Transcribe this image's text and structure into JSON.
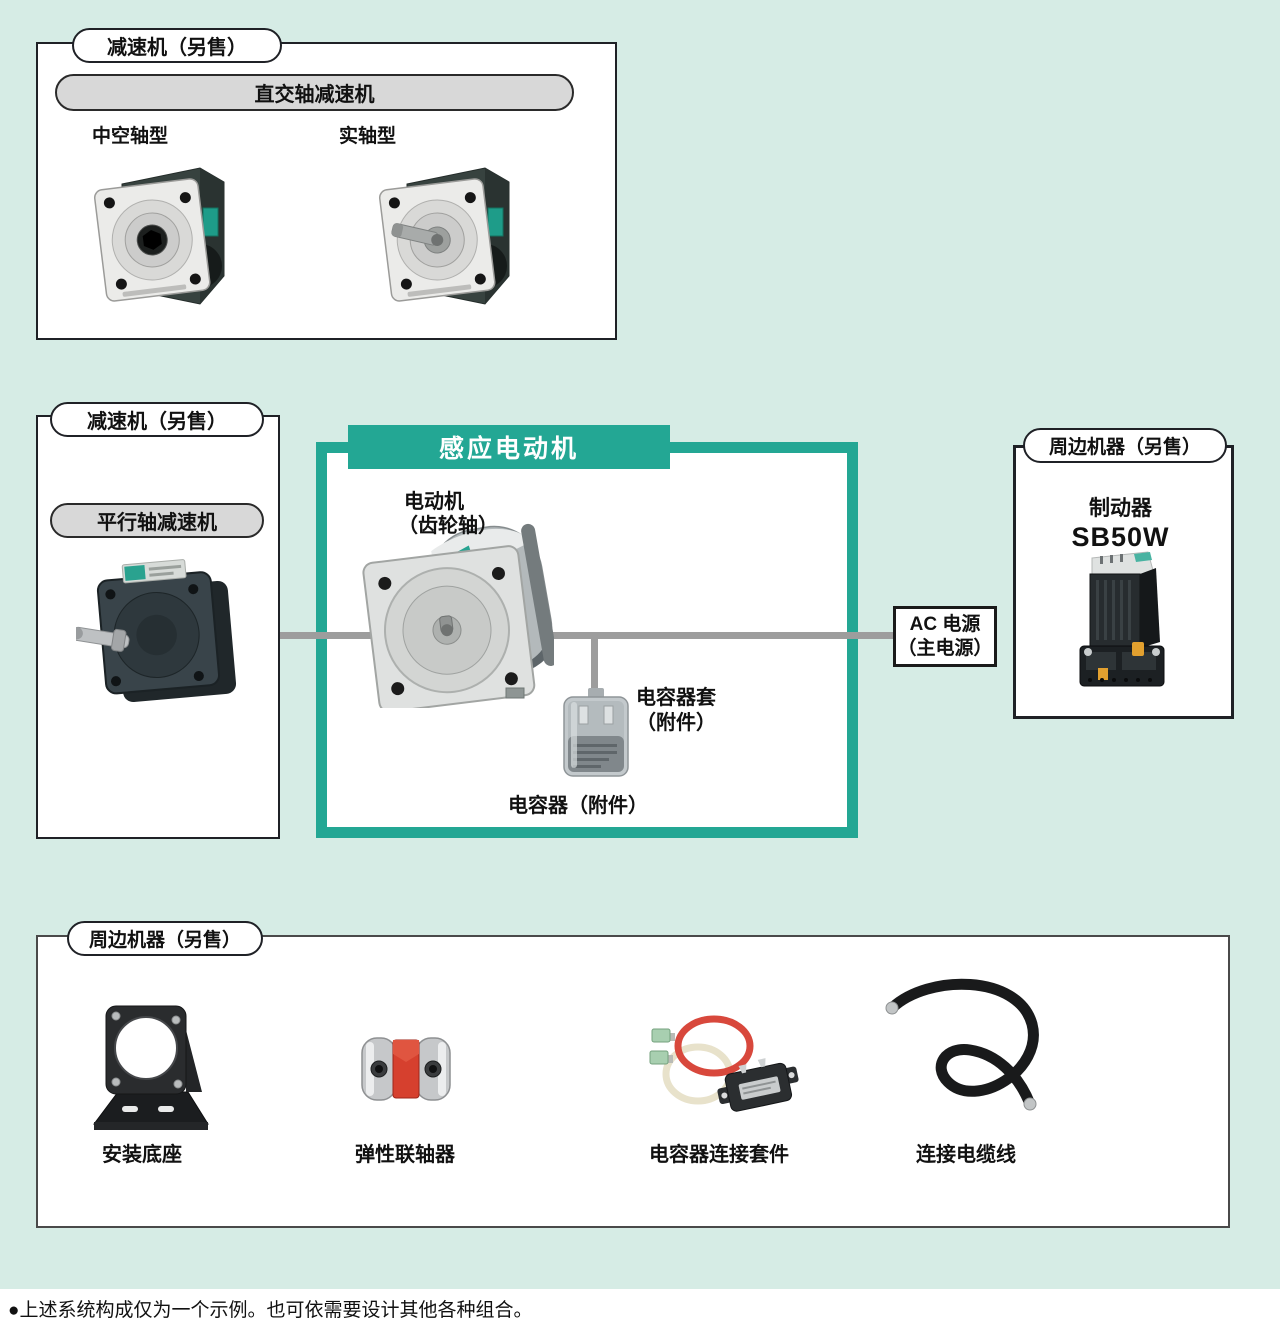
{
  "colors": {
    "background": "#d6ece5",
    "panel_white": "#ffffff",
    "accent_teal": "#23a794",
    "connector_gray": "#9d9d9d",
    "bar_gray": "#d8d8d8",
    "border_dark": "#1f2126"
  },
  "top_gearhead_box": {
    "title": "减速机（另售）",
    "bar": "直交轴减速机",
    "hollow_label": "中空轴型",
    "solid_label": "实轴型"
  },
  "left_gearhead_box": {
    "title": "减速机（另售）",
    "bar": "平行轴减速机"
  },
  "motor_box": {
    "header": "感应电动机",
    "motor_line1": "电动机",
    "motor_line2": "（齿轮轴）",
    "cap_cover_line1": "电容器套",
    "cap_cover_line2": "（附件）",
    "capacitor_label": "电容器（附件）"
  },
  "ac_power": {
    "line1": "AC 电源",
    "line2": "（主电源）"
  },
  "brake_box": {
    "title": "周边机器（另售）",
    "name": "制动器",
    "model": "SB50W"
  },
  "peripherals_box": {
    "title": "周边机器（另售）",
    "items": [
      {
        "label": "安装底座"
      },
      {
        "label": "弹性联轴器"
      },
      {
        "label": "电容器连接套件"
      },
      {
        "label": "连接电缆线"
      }
    ]
  },
  "footer": {
    "note": "●上述系统构成仅为一个示例。也可依需要设计其他各种组合。"
  }
}
